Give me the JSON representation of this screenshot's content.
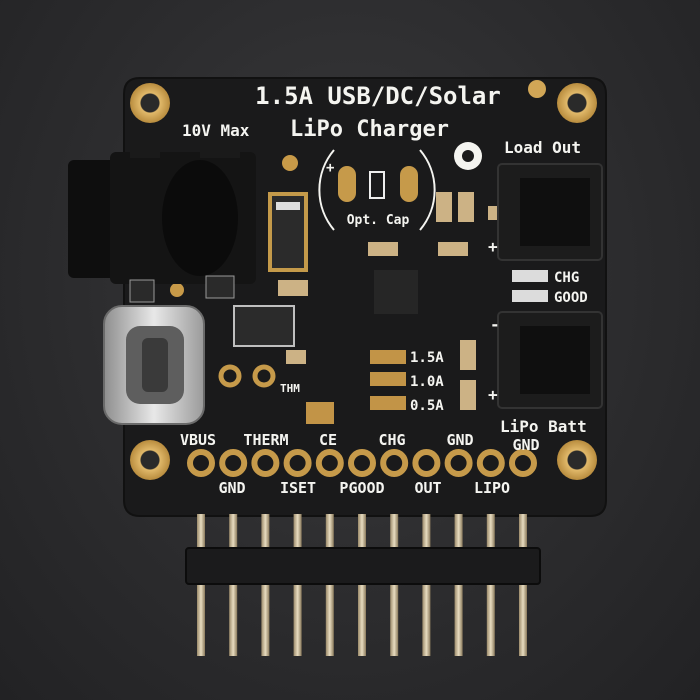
{
  "board": {
    "title": "1.5A USB/DC/Solar",
    "subtitle_a": "10V Max",
    "subtitle_b": "LiPo Charger",
    "load_out": "Load Out",
    "lipo_batt": "LiPo Batt",
    "chg": "CHG",
    "good": "GOOD",
    "opt_cap": "Opt. Cap",
    "thm": "THM",
    "current_15": "1.5A",
    "current_10": "1.0A",
    "current_05": "0.5A",
    "plus": "+",
    "minus": "-",
    "top_pins": [
      "VBUS",
      "THERM",
      "CE",
      "CHG",
      "GND",
      "GND"
    ],
    "bottom_pins": [
      "GND",
      "ISET",
      "PGOOD",
      "OUT",
      "LIPO"
    ]
  },
  "colors": {
    "pcb": "#1b1b1c",
    "gold": "#c69a4a",
    "silk": "#f4f4f0",
    "background": "#2c2c2e"
  }
}
